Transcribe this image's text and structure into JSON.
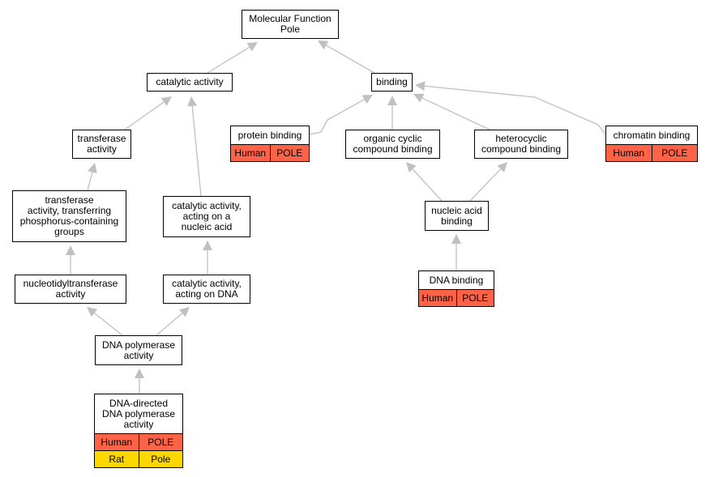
{
  "diagram": {
    "colors": {
      "edge": "#c0c0c0",
      "human": "#ff6347",
      "rat": "#ffd700"
    },
    "nodes": {
      "root": {
        "label": "Molecular Function\nPole"
      },
      "catalytic_activity": {
        "label": "catalytic activity"
      },
      "binding": {
        "label": "binding"
      },
      "transferase_activity": {
        "label": "transferase\nactivity"
      },
      "protein_binding": {
        "label": "protein binding",
        "rows": [
          [
            "Human",
            "POLE"
          ]
        ]
      },
      "organic_cyclic": {
        "label": "organic cyclic\ncompound binding"
      },
      "heterocyclic": {
        "label": "heterocyclic\ncompound binding"
      },
      "chromatin_binding": {
        "label": "chromatin binding",
        "rows": [
          [
            "Human",
            "POLE"
          ]
        ]
      },
      "transferase_phosphorus": {
        "label": "transferase\nactivity, transferring\nphosphorus-containing\ngroups"
      },
      "catalytic_nucleic": {
        "label": "catalytic activity,\nacting on a\nnucleic acid"
      },
      "nucleic_acid_binding": {
        "label": "nucleic acid\nbinding"
      },
      "nucleotidyltransferase": {
        "label": "nucleotidyltransferase\nactivity"
      },
      "catalytic_dna": {
        "label": "catalytic activity,\nacting on DNA"
      },
      "dna_binding": {
        "label": "DNA binding",
        "rows": [
          [
            "Human",
            "POLE"
          ]
        ]
      },
      "dna_polymerase": {
        "label": "DNA polymerase\nactivity"
      },
      "dna_directed": {
        "label": "DNA-directed\nDNA polymerase\nactivity",
        "rows": [
          [
            "Human",
            "POLE"
          ],
          [
            "Rat",
            "Pole"
          ]
        ]
      }
    }
  }
}
